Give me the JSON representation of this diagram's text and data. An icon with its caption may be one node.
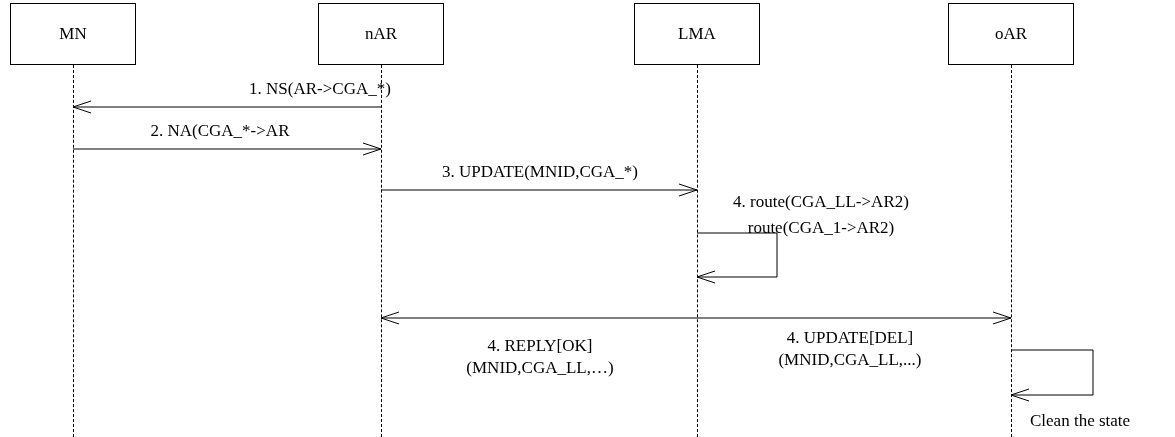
{
  "diagram": {
    "nodes": [
      {
        "text": [
          "MN"
        ]
      },
      {
        "text": [
          "nAR"
        ]
      },
      {
        "text": [
          "LMA"
        ]
      },
      {
        "text": [
          "oAR"
        ]
      },
      {
        "text": [],
        "shape": "line"
      },
      {
        "text": [],
        "shape": "line"
      },
      {
        "text": [],
        "shape": "line"
      },
      {
        "text": [],
        "shape": "line"
      }
    ],
    "edges": [
      {
        "from": 5,
        "to": 4,
        "arrow": "to",
        "label": "1. NS(AR->CGA_*)"
      },
      {
        "from": 4,
        "to": 5,
        "arrow": "to",
        "label": "2. NA(CGA_*->AR"
      },
      {
        "from": 5,
        "to": 6,
        "arrow": "to",
        "label": "3. UPDATE(MNID,CGA_*)"
      },
      {
        "from": 6,
        "to": 6,
        "arrow": "to",
        "label": "4. route(CGA_LL->AR2) route(CGA_1->AR2)"
      },
      {
        "from": 5,
        "to": 7,
        "arrow": "both"
      },
      {
        "from": 7,
        "to": 7,
        "arrow": "to",
        "label": "Clean the state"
      }
    ],
    "labels": [
      "4. REPLY[OK] (MNID,CGA_LL,…)",
      "4. UPDATE[DEL] (MNID,CGA_LL,...)"
    ]
  }
}
